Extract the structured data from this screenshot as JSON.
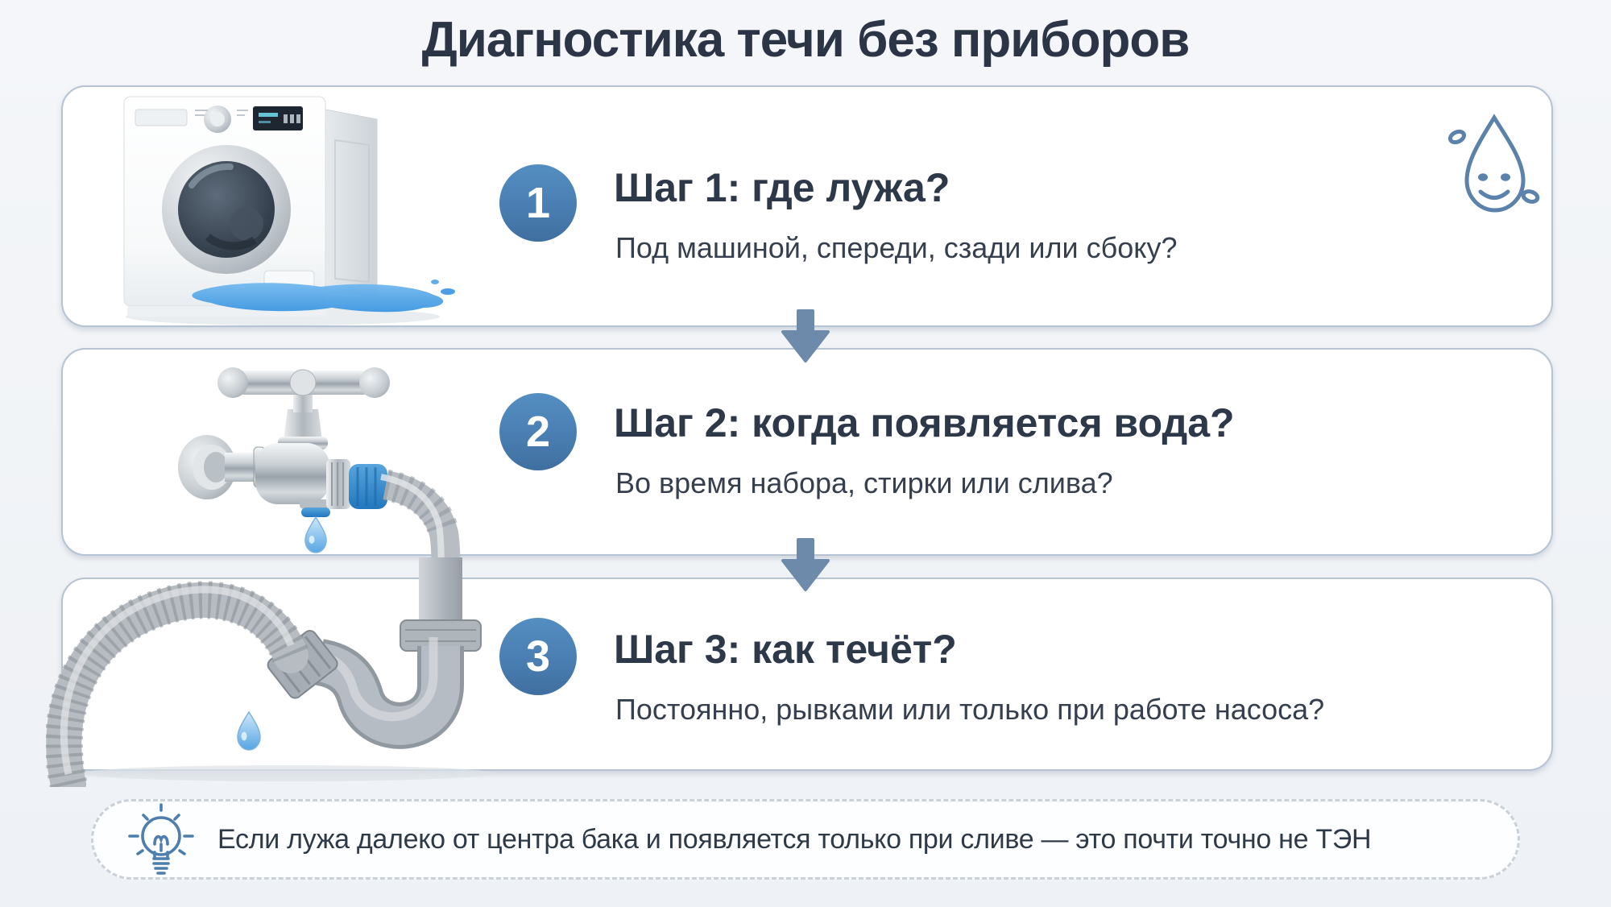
{
  "page": {
    "title": "Диагностика течи без приборов"
  },
  "steps": [
    {
      "number": "1",
      "heading": "Шаг 1: где лужа?",
      "subtitle": "Под машиной, спереди, сзади или сбоку?",
      "illustration": "washing-machine-with-leak-puddle"
    },
    {
      "number": "2",
      "heading": "Шаг 2: когда появляется вода?",
      "subtitle": "Во время набора, стирки или слива?",
      "illustration": "dripping-faucet-with-supply-hose"
    },
    {
      "number": "3",
      "heading": "Шаг 3: как течёт?",
      "subtitle": "Постоянно, рывками или только при работе насоса?",
      "illustration": "corrugated-drain-hose-and-siphon"
    }
  ],
  "note": {
    "text": "Если лужа далеко от центра бака и появляется только при сливе — это почти точно не ТЭН",
    "icon": "lightbulb-icon"
  },
  "decorations": {
    "drop_smiley": "drop-smiley-icon",
    "between_cards": "arrow-down-icon"
  },
  "colors": {
    "accent_blue": "#4a7eb2",
    "arrow_blue": "#6e8aab",
    "heading_text": "#2d3849",
    "body_text": "#363f4d",
    "card_border": "#b6c3d2",
    "background": "#f1f4f7",
    "puddle_blue": "#44a1e8",
    "drop_blue": "#5fa8e2",
    "icon_outline_blue": "#5b82ab"
  }
}
